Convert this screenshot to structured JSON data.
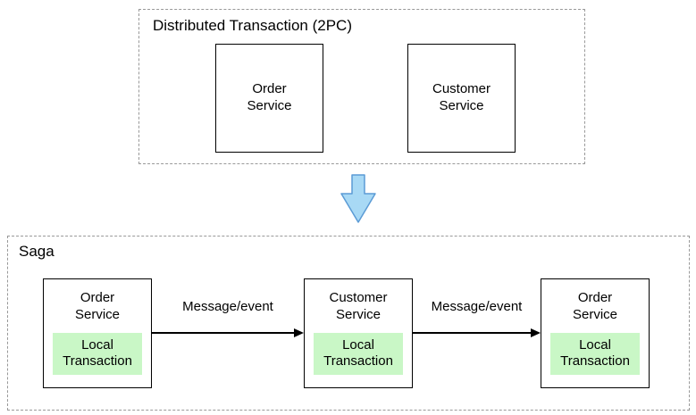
{
  "twopc": {
    "title": "Distributed Transaction (2PC)",
    "services": [
      {
        "label": "Order\nService"
      },
      {
        "label": "Customer\nService"
      }
    ]
  },
  "saga": {
    "title": "Saga",
    "nodes": [
      {
        "service": "Order\nService",
        "local": "Local\nTransaction"
      },
      {
        "service": "Customer\nService",
        "local": "Local\nTransaction"
      },
      {
        "service": "Order\nService",
        "local": "Local\nTransaction"
      }
    ],
    "edges": [
      {
        "label": "Message/event"
      },
      {
        "label": "Message/event"
      }
    ]
  },
  "colors": {
    "local_transaction_bg": "#c9f7c6",
    "box_border": "#000000",
    "dashed_border": "#999999",
    "arrow_fill": "#a8d9f5",
    "arrow_stroke": "#5b9bd5"
  }
}
